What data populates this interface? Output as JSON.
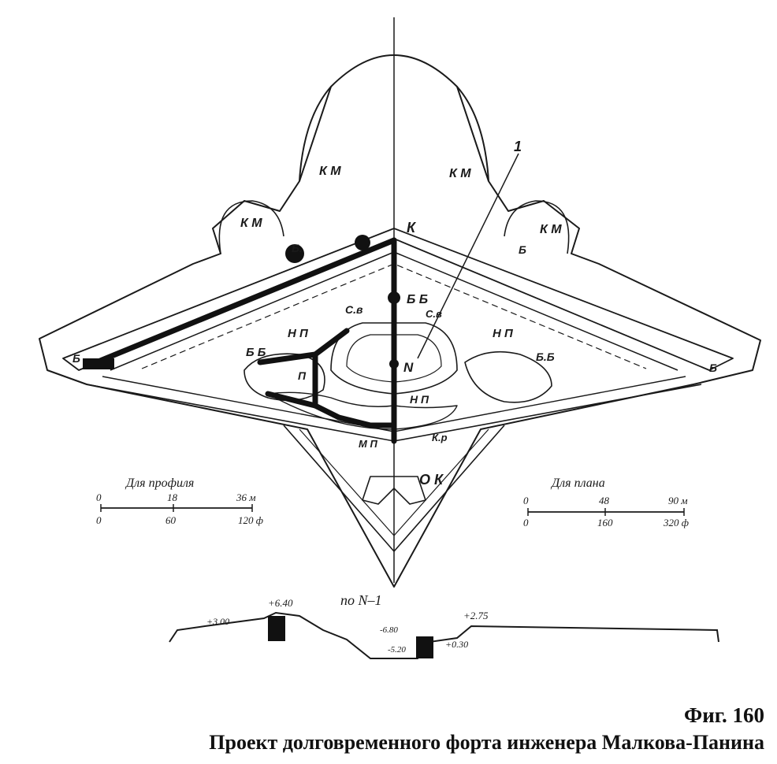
{
  "plan_labels": {
    "km_top_left": "К М",
    "km_top_right": "К М",
    "km_left": "К М",
    "km_right": "К М",
    "b_left_upper": "Б.",
    "b_right_upper": "Б",
    "b_left_end": "Б",
    "b_right_end": "Б",
    "k": "К",
    "bb_center": "Б Б",
    "bb_left": "Б Б",
    "bb_right": "Б.Б",
    "cv": "С.в",
    "cv2": "С.в",
    "np_left": "Н П",
    "np_right": "Н П",
    "np_center": "Н П",
    "n": "N",
    "p": "П",
    "ok": "О К",
    "mp": "М П",
    "kp": "К.р",
    "one": "1"
  },
  "scale_profile": {
    "title": "Для профиля",
    "top": [
      "0",
      "18",
      "36 м"
    ],
    "bottom": [
      "0",
      "60",
      "120 ф"
    ]
  },
  "scale_plan": {
    "title": "Для плана",
    "top": [
      "0",
      "48",
      "90 м"
    ],
    "bottom": [
      "0",
      "160",
      "320 ф"
    ]
  },
  "profile": {
    "title": "по N–1",
    "elev_left": "+3.00",
    "elev_peak": "+6.40",
    "elev_right": "+2.75",
    "elev_ditch_top": "-6.80",
    "elev_ditch_bottom": "-5.20",
    "elev_right_low": "+0.30"
  },
  "caption": {
    "figure": "Фиг. 160",
    "title": "Проект долговременного форта инженера Малкова-Панина"
  }
}
